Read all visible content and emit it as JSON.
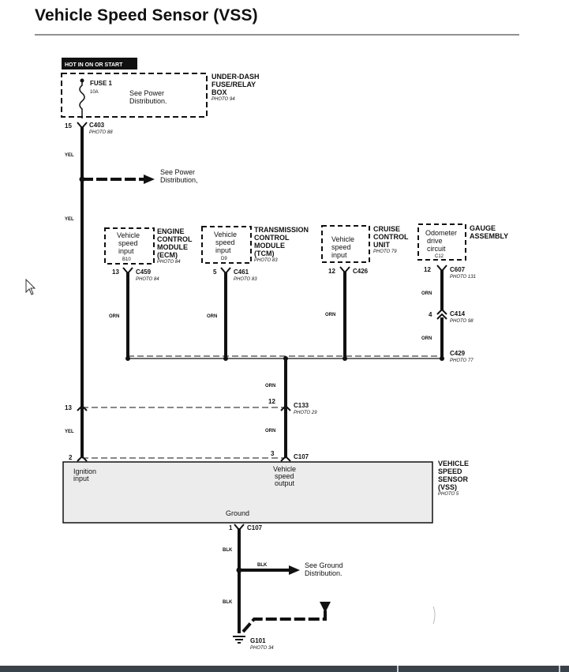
{
  "title": "Vehicle Speed Sensor (VSS)",
  "hot_label": "HOT IN ON OR START",
  "fuse_box": {
    "fuse_name": "FUSE 1",
    "fuse_rating": "10A",
    "note_line1": "See Power",
    "note_line2": "Distribution.",
    "name_line1": "UNDER-DASH",
    "name_line2": "FUSE/RELAY",
    "name_line3": "BOX",
    "photo": "PHOTO 94"
  },
  "c403": {
    "pin": "15",
    "name": "C403",
    "photo": "PHOTO 88"
  },
  "wire_yel": "YEL",
  "wire_orn": "ORN",
  "wire_blk": "BLK",
  "power_note": {
    "line1": "See Power",
    "line2": "Distribution,"
  },
  "ecm": {
    "input_line1": "Vehicle",
    "input_line2": "speed",
    "input_line3": "input",
    "terminal": "B10",
    "name_line1": "ENGINE",
    "name_line2": "CONTROL",
    "name_line3": "MODULE",
    "name_line4": "(ECM)",
    "photo": "PHOTO 84",
    "pin": "13",
    "connector": "C459",
    "conn_photo": "PHOTO 84"
  },
  "tcm": {
    "input_line1": "Vehicle",
    "input_line2": "speed",
    "input_line3": "input",
    "terminal": "D9",
    "name_line1": "TRANSMISSION",
    "name_line2": "CONTROL",
    "name_line3": "MODULE",
    "name_line4": "(TCM)",
    "photo": "PHOTO 83",
    "pin": "5",
    "connector": "C461",
    "conn_photo": "PHOTO 83"
  },
  "cruise": {
    "input_line1": "Vehicle",
    "input_line2": "speed",
    "input_line3": "input",
    "name_line1": "CRUISE",
    "name_line2": "CONTROL",
    "name_line3": "UNIT",
    "photo": "PHOTO 79",
    "pin": "12",
    "connector": "C426"
  },
  "gauge": {
    "input_line1": "Odometer",
    "input_line2": "drive",
    "input_line3": "circuit",
    "terminal": "C12",
    "name_line1": "GAUGE",
    "name_line2": "ASSEMBLY",
    "pin": "12",
    "connector": "C607",
    "conn_photo": "PHOTO 131"
  },
  "c414": {
    "pin": "4",
    "name": "C414",
    "photo": "PHOTO 98"
  },
  "c429": {
    "name": "C429",
    "photo": "PHOTO 77"
  },
  "c133": {
    "pin_left": "13",
    "pin_right": "12",
    "name": "C133",
    "photo": "PHOTO 29"
  },
  "c107_top": {
    "pin_left": "2",
    "pin_right": "3",
    "name": "C107"
  },
  "vss": {
    "ignition_line1": "Ignition",
    "ignition_line2": "input",
    "output_line1": "Vehicle",
    "output_line2": "speed",
    "output_line3": "output",
    "ground": "Ground",
    "name_line1": "VEHICLE",
    "name_line2": "SPEED",
    "name_line3": "SENSOR",
    "name_line4": "(VSS)",
    "photo": "PHOTO 5"
  },
  "c107_bottom": {
    "pin": "1",
    "name": "C107"
  },
  "ground_note": {
    "line1": "See Ground",
    "line2": "Distribution."
  },
  "g101": {
    "name": "G101",
    "photo": "PHOTO 34"
  },
  "colors": {
    "ink": "#111111",
    "bottom_bar": "#3b4148"
  }
}
